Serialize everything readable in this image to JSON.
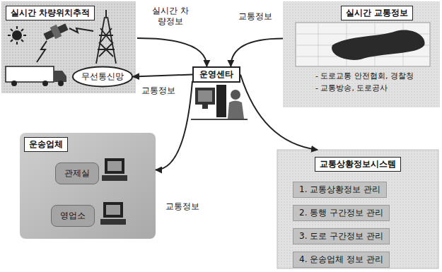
{
  "diagram": {
    "nodes": [
      {
        "text": [
          "실시간 차량위치추적"
        ]
      },
      {
        "text": [
          "무선통신망"
        ],
        "in": 0
      },
      {
        "text": [
          "실시간 교통정보",
          "- 도로교통 안전협회, 경찰청",
          "- 교통방송, 도로공사"
        ]
      },
      {
        "text": [
          "운영센타"
        ]
      },
      {
        "text": [
          "운송업체"
        ]
      },
      {
        "text": [
          "관제실"
        ],
        "in": 4
      },
      {
        "text": [
          "영업소"
        ],
        "in": 4
      },
      {
        "text": [
          "교통상황정보시스템",
          "1. 교통상황정보 관리",
          "2. 통행 구간정보 관리",
          "3. 도로 구간정보 관리",
          "4. 운송업체 정보 관리"
        ]
      }
    ],
    "edges": [
      {
        "from": 0,
        "to": 3,
        "arrow": "to",
        "label": "실시간 차량정보"
      },
      {
        "from": 2,
        "to": 3,
        "arrow": "to",
        "label": "교통정보"
      },
      {
        "from": 3,
        "to": 1,
        "arrow": "to",
        "label": "교통정보"
      },
      {
        "from": 3,
        "to": 4,
        "arrow": "to",
        "label": "교통정보"
      },
      {
        "from": 3,
        "to": 7,
        "arrow": "to"
      }
    ]
  }
}
